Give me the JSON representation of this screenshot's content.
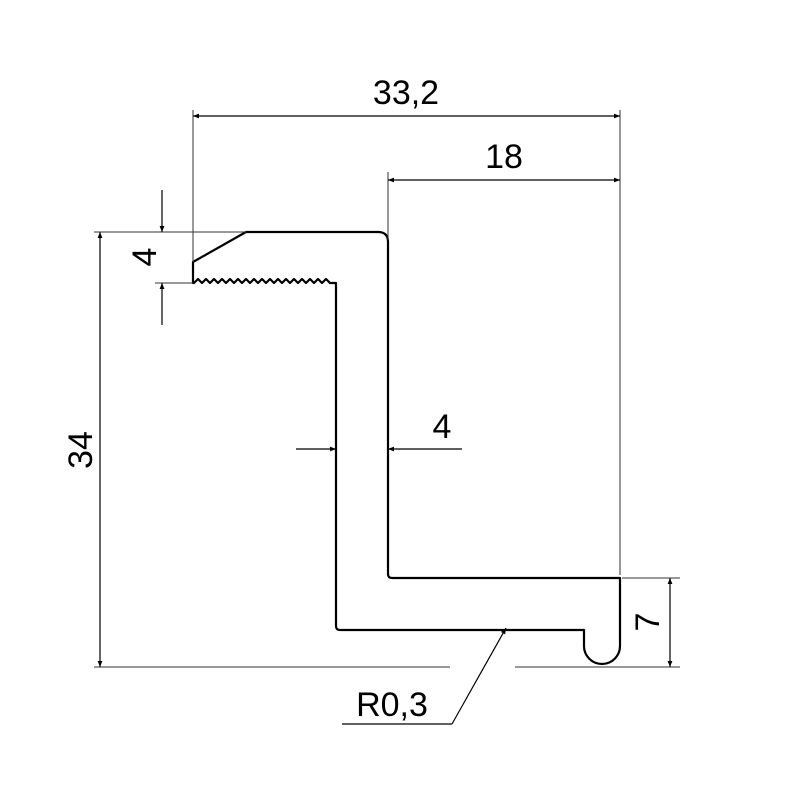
{
  "drawing": {
    "dimensions": {
      "overall_width": "33,2",
      "flange_width": "18",
      "lip_thickness": "4",
      "overall_height": "34",
      "web_thickness": "4",
      "foot_height": "7",
      "radius": "R0,3"
    }
  }
}
